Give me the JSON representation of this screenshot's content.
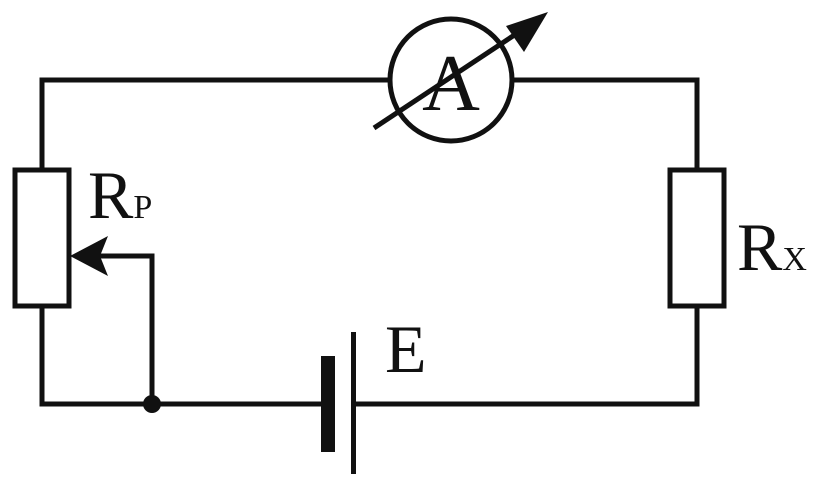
{
  "diagram": {
    "type": "electrical-circuit",
    "components": {
      "ammeter": {
        "symbol": "A",
        "kind": "ammeter"
      },
      "rheostat": {
        "label_main": "R",
        "label_sub": "P",
        "kind": "variable-resistor"
      },
      "resistor_x": {
        "label_main": "R",
        "label_sub": "X",
        "kind": "resistor"
      },
      "battery": {
        "label": "E",
        "kind": "cell"
      }
    },
    "colors": {
      "line": "#111111",
      "background": "#ffffff"
    }
  }
}
